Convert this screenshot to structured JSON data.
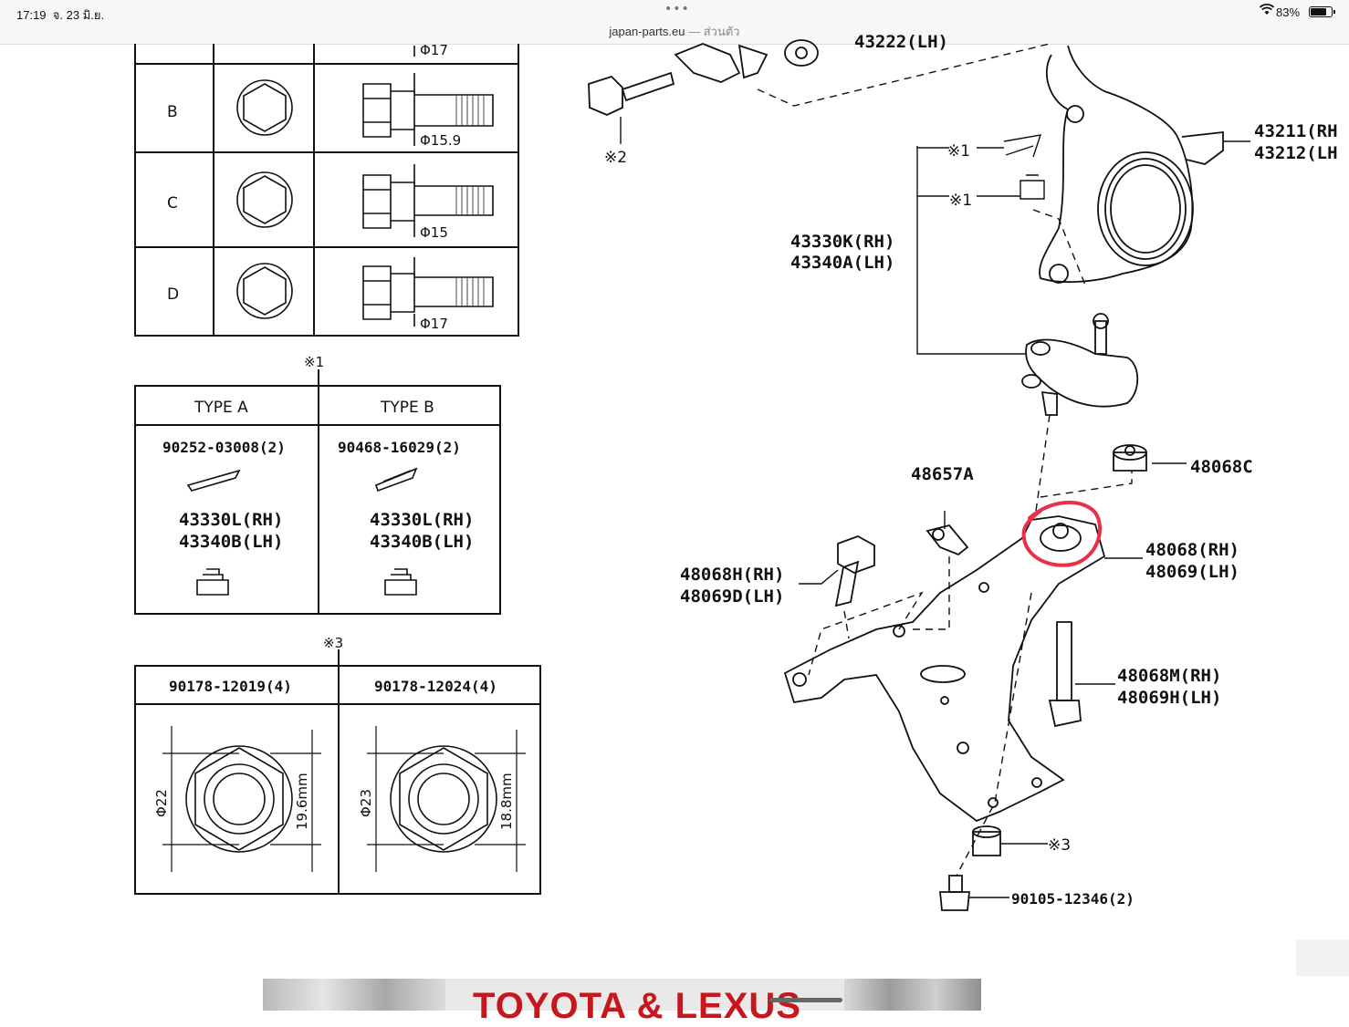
{
  "status_bar": {
    "time": "17:19",
    "date": "จ. 23 มิ.ย.",
    "dots": "•••",
    "url": "japan-parts.eu",
    "url_separator": " — ",
    "url_suffix": "ส่วนตัว",
    "battery": "83%",
    "battery_level": 0.83
  },
  "left_table": {
    "partial_top_label": "Φ17",
    "rows": [
      {
        "type": "B",
        "dia": "Φ15.9"
      },
      {
        "type": "C",
        "dia": "Φ15"
      },
      {
        "type": "D",
        "dia": "Φ17"
      }
    ]
  },
  "type_table": {
    "marker": "※1",
    "headers": [
      "TYPE A",
      "TYPE B"
    ],
    "cells": [
      {
        "part": "90252-03008(2)",
        "rh": "43330L(RH)",
        "lh": "43340B(LH)"
      },
      {
        "part": "90468-16029(2)",
        "rh": "43330L(RH)",
        "lh": "43340B(LH)"
      }
    ]
  },
  "nut_table": {
    "marker": "※3",
    "headers": [
      "90178-12019(4)",
      "90178-12024(4)"
    ],
    "cells": [
      {
        "dia": "Φ22",
        "height": "19.6mm"
      },
      {
        "dia": "Φ23",
        "height": "18.8mm"
      }
    ]
  },
  "callouts": {
    "top_partial": "43222(LH)",
    "bolt_note": "※2",
    "knuckle_rh": "43211(RH",
    "knuckle_lh": "43212(LH",
    "cotter_note_1": "※1",
    "cotter_note_2": "※1",
    "balljoint_rh": "43330K(RH)",
    "balljoint_lh": "43340A(LH)",
    "nut_48068c": "48068C",
    "bracket": "48657A",
    "arm_rh": "48068(RH)",
    "arm_lh": "48069(LH)",
    "bolt_h_rh": "48068H(RH)",
    "bolt_h_lh": "48069D(LH)",
    "bolt_m_rh": "48068M(RH)",
    "bolt_m_lh": "48069H(LH)",
    "nut_note": "※3",
    "bolt_bottom": "90105-12346(2)"
  },
  "highlight": {
    "color": "#e8304a",
    "meaning": "hand-drawn circle around bushing"
  },
  "banner": {
    "text": "TOYOTA & LEXUS"
  }
}
